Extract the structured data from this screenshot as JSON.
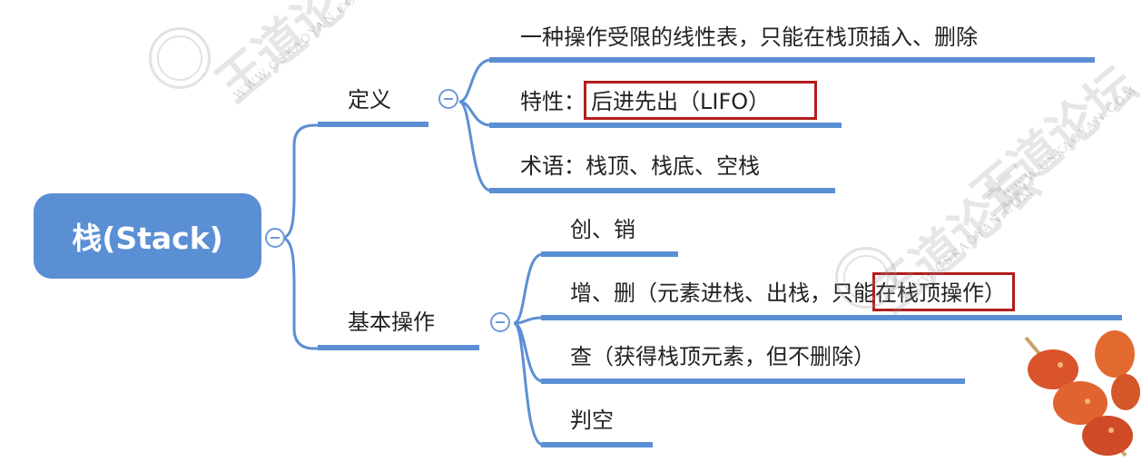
{
  "root": {
    "label": "栈(Stack)"
  },
  "branches": [
    {
      "label": "定义",
      "children": [
        {
          "text": "一种操作受限的线性表，只能在栈顶插入、删除"
        },
        {
          "prefix": "特性：",
          "highlight": "后进先出（LIFO）"
        },
        {
          "text": "术语：栈顶、栈底、空栈"
        }
      ]
    },
    {
      "label": "基本操作",
      "children": [
        {
          "text": "创、销"
        },
        {
          "prefix": "增、删（元素进栈、出栈，",
          "highlight": "只能在栈顶",
          "suffix": "操作）"
        },
        {
          "text": "查（获得栈顶元素，但不删除）"
        },
        {
          "text": "判空"
        }
      ]
    }
  ],
  "watermark": {
    "brand": "王道论坛",
    "url": "WWW.CSKAOYAN.COM"
  },
  "colors": {
    "accent": "#5b8fd4",
    "highlight_border": "#b21d1d"
  },
  "icons": [
    "collapse-icon",
    "seal-logo",
    "food-skewer-image"
  ]
}
